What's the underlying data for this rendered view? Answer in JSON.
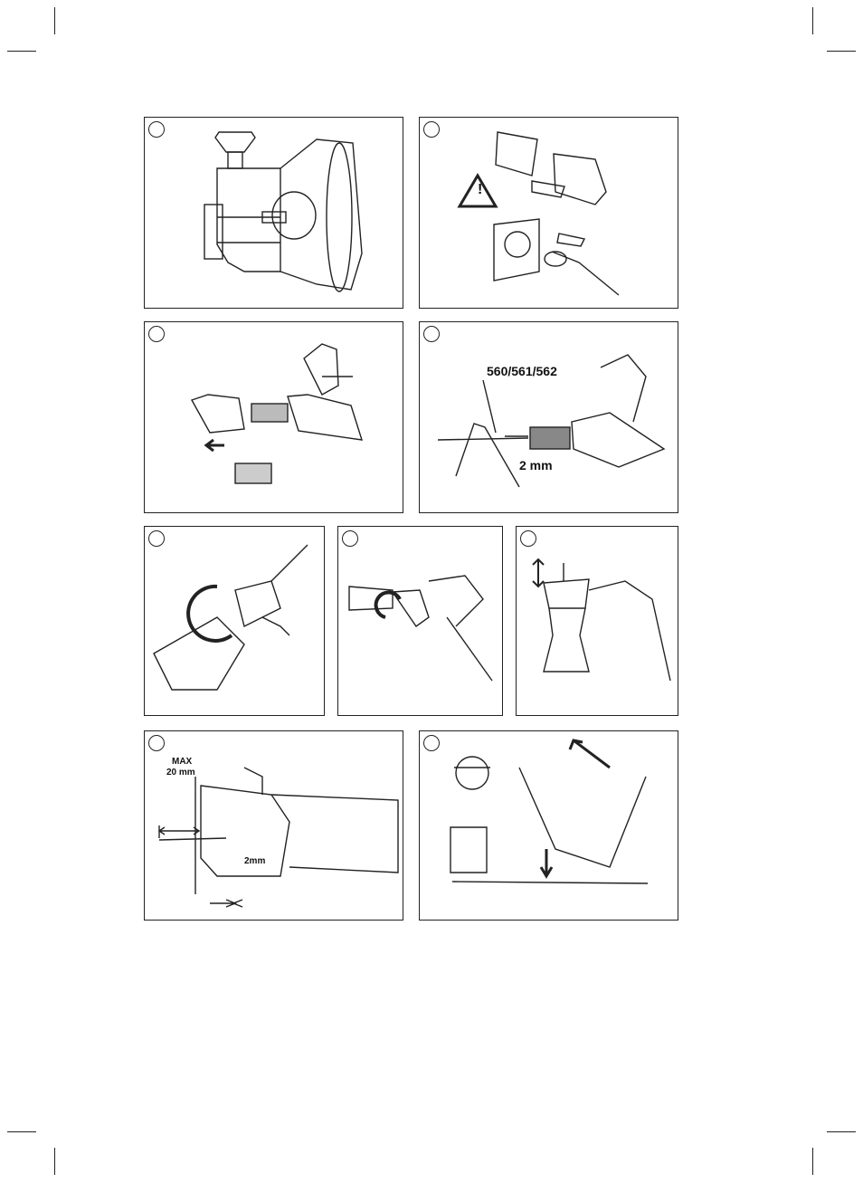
{
  "figures": {
    "fig4_label_bits": "560/561/562",
    "fig4_label_depth": "2 mm",
    "fig8_label_max": "MAX",
    "fig8_label_max_value": "20 mm",
    "fig8_label_gap": "2mm",
    "warning_symbol": "!"
  },
  "icons": {
    "warning": "warning-triangle-icon",
    "safety": "safety-goggles-mask-icon"
  }
}
